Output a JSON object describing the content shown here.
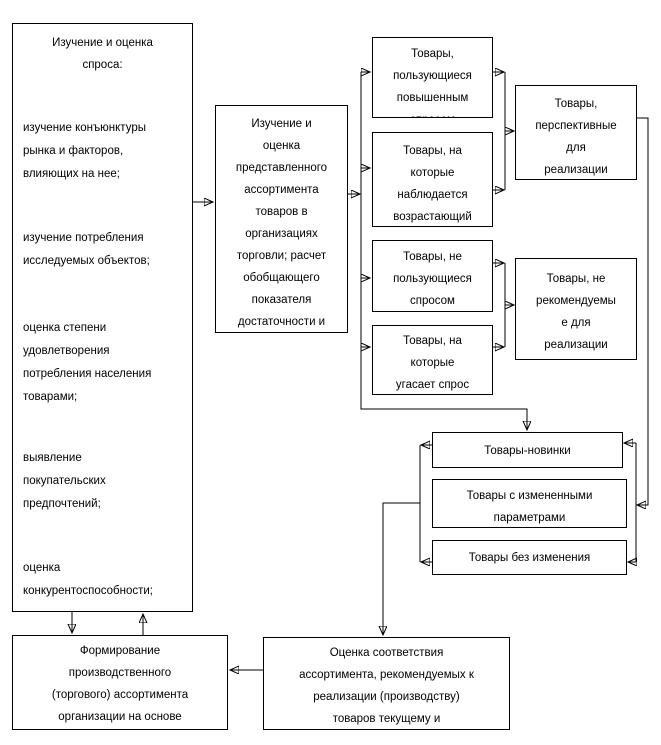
{
  "diagram": {
    "colors": {
      "line": "#000000",
      "background": "#ffffff",
      "text": "#000000"
    },
    "left_box": {
      "title": "Изучение и оценка\nспроса:",
      "items": [
        "изучение конъюнктуры\nрынка и факторов,\nвлияющих на нее;",
        "изучение потребления\nисследуемых объектов;",
        "оценка степени\nудовлетворения\nпотребления населения\nтоварами;",
        "выявление\nпокупательских\nпредпочтений;",
        "оценка\nконкурентоспособности;"
      ]
    },
    "middle_box": "Изучение и\nоценка\nпредставленного\nассортимента\nтоваров в\nорганизациях\nторговли; расчет\nобобщающего\nпоказателя\nдостаточности и\nшироты",
    "demand_boxes": [
      "Товары,\nпользующиеся\nповышенным\nспросом",
      "Товары, на\nкоторые\nнаблюдается\nвозрастающий",
      "Товары, не\nпользующиеся\nспросом",
      "Товары, на\nкоторые\nугасает спрос"
    ],
    "recommendation_boxes": [
      "Товары,\nперспективные\nдля\nреализации",
      "Товары, не\nрекомендуемы\nе для\nреализации"
    ],
    "group_boxes": [
      "Товары-новинки",
      "Товары с измененными\nпараметрами",
      "Товары без изменения"
    ],
    "bottom_left_box": "Формирование\nпроизводственного\n(торгового) ассортимента\nорганизации на основе",
    "bottom_middle_box": "Оценка соответствия\nассортимента, рекомендуемых к\nреализации (производству)\nтоваров текущему и"
  }
}
